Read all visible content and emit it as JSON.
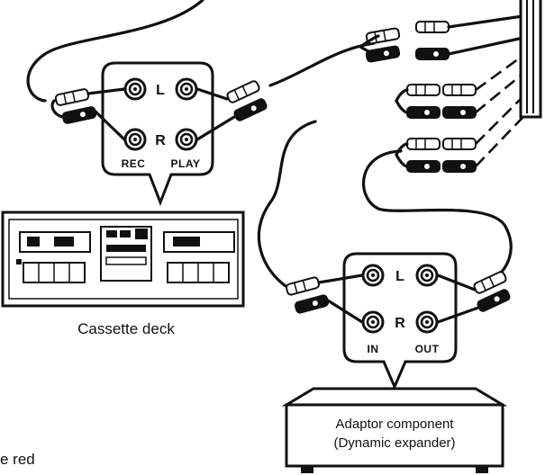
{
  "cassette_panel": {
    "left_label": "L",
    "right_label": "R",
    "in_label": "REC",
    "out_label": "PLAY"
  },
  "cassette_deck": {
    "caption": "Cassette deck"
  },
  "adaptor_panel": {
    "left_label": "L",
    "right_label": "R",
    "in_label": "IN",
    "out_label": "OUT"
  },
  "adaptor_box": {
    "line1": "Adaptor component",
    "line2": "(Dynamic expander)"
  },
  "partial_text": "e red"
}
